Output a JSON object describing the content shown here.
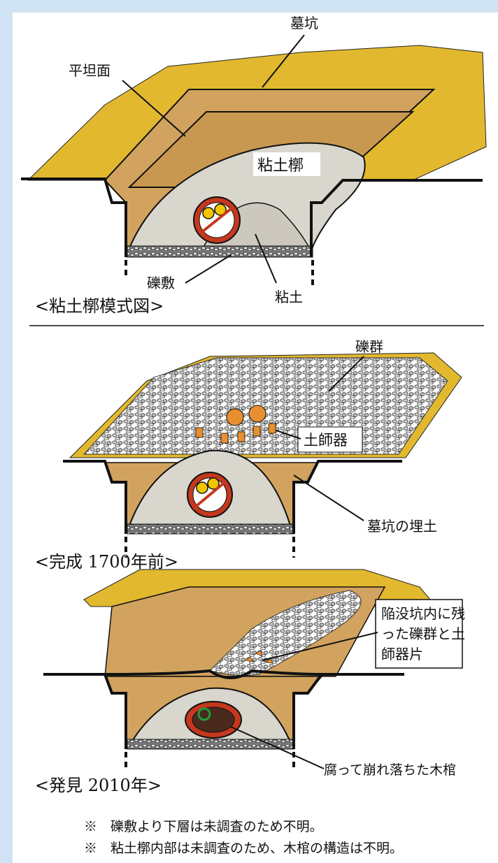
{
  "diagram1": {
    "caption": "<粘土槨模式図>",
    "labels": {
      "bokou": "墓坑",
      "heitanmen": "平坦面",
      "nendokaku": "粘土槨",
      "rekishiki": "礫敷",
      "nendo": "粘土"
    }
  },
  "diagram2": {
    "caption": "<完成 1700年前>",
    "labels": {
      "rekigun": "礫群",
      "hajiki": "土師器",
      "umetsuchi": "墓坑の埋土"
    }
  },
  "diagram3": {
    "caption": "<発見 2010年>",
    "labels": {
      "kanbotsu_line1": "陥没坑内に残",
      "kanbotsu_line2": "った礫群と土",
      "kanbotsu_line3": "師器片",
      "mokkan": "腐って崩れ落ちた木棺"
    }
  },
  "notes": [
    "※　礫敷より下層は未調査のため不明。",
    "※　粘土槨内部は未調査のため、木棺の構造は不明。"
  ],
  "colors": {
    "frame": "#cfe3f4",
    "ground_top": "#e2b92e",
    "pit_wall": "#d2a35e",
    "clay": "#d6d2c8",
    "gravel": "#c9c9c9",
    "coffin_red": "#c4381e",
    "pot_orange": "#e8902f"
  }
}
